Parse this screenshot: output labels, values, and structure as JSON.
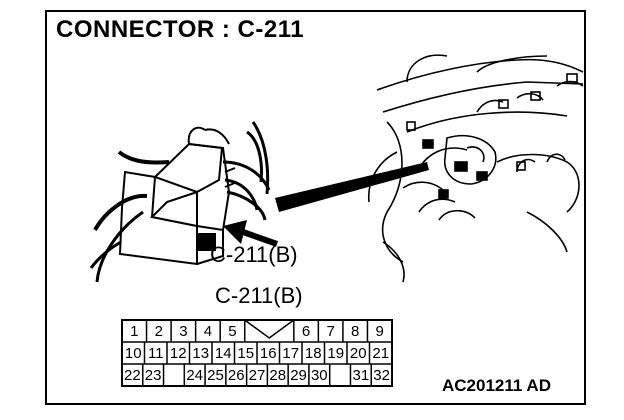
{
  "header": {
    "title": "CONNECTOR : C-211"
  },
  "callout": {
    "label": "C-211(B)"
  },
  "pinout": {
    "label": "C-211(B)",
    "rows": [
      [
        "1",
        "2",
        "3",
        "4",
        "5",
        "",
        "",
        "6",
        "7",
        "8",
        "9"
      ],
      [
        "10",
        "11",
        "12",
        "13",
        "14",
        "15",
        "16",
        "17",
        "18",
        "19",
        "20",
        "21"
      ],
      [
        "22",
        "23",
        "",
        "24",
        "25",
        "26",
        "27",
        "28",
        "29",
        "30",
        "",
        "31",
        "32"
      ]
    ]
  },
  "figure_code": "AC201211 AD",
  "icons": [
    "connector-drawing",
    "wiring-harness-drawing",
    "pointer-arrow-icon"
  ]
}
